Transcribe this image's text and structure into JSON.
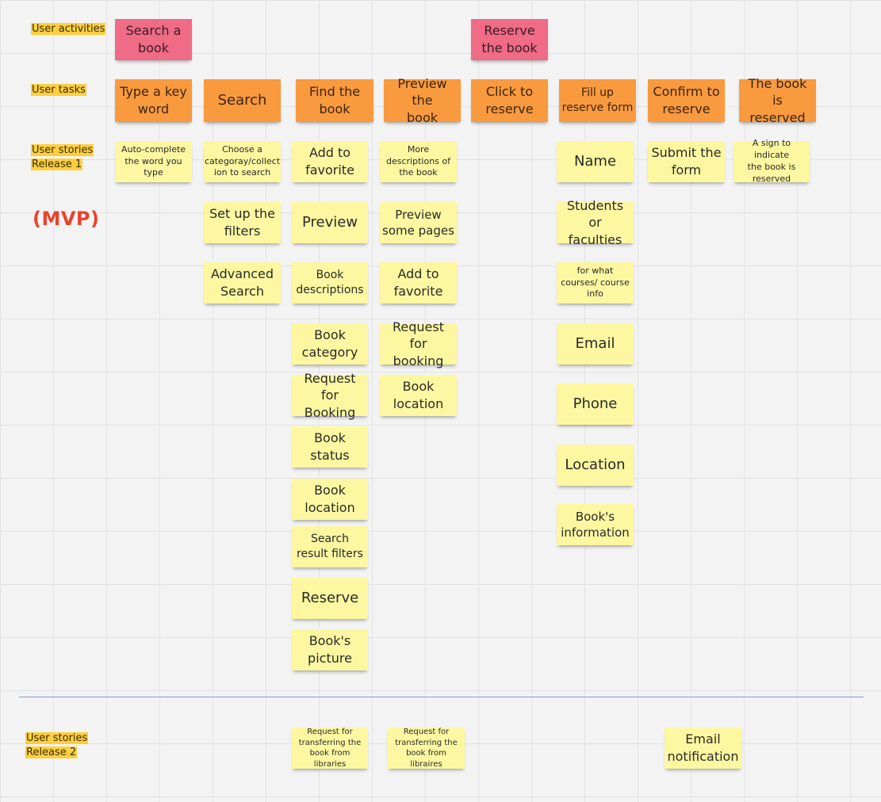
{
  "row_labels": {
    "activities": "User activities",
    "tasks": "User tasks",
    "stories_r1": "User stories\nRelease 1",
    "mvp": "(MVP)",
    "stories_r2": "User stories\nRelease 2"
  },
  "activities": {
    "search_book": "Search a\nbook",
    "reserve_book": "Reserve\nthe book"
  },
  "tasks": {
    "type_keyword": "Type a key\nword",
    "search": "Search",
    "find_book": "Find the\nbook",
    "preview_book": "Preview the\nbook",
    "click_reserve": "Click to\nreserve",
    "fill_form": "Fill up\nreserve form",
    "confirm": "Confirm to\nreserve",
    "reserved": "The book is\nreserved"
  },
  "release1": {
    "type_keyword": [
      "Auto-complete\nthe word you\ntype"
    ],
    "search": [
      "Choose a\ncategoray/collect\nion to search",
      "Set up the\nfilters",
      "Advanced\nSearch"
    ],
    "find_book": [
      "Add to\nfavorite",
      "Preview",
      "Book\ndescriptions",
      "Book\ncategory",
      "Request for\nBooking",
      "Book\nstatus",
      "Book\nlocation",
      "Search\nresult filters",
      "Reserve",
      "Book's\npicture"
    ],
    "preview_book": [
      "More\ndescriptions of\nthe book",
      "Preview\nsome pages",
      "Add to\nfavorite",
      "Request for\nbooking",
      "Book\nlocation"
    ],
    "fill_form": [
      "Name",
      "Students or\nfaculties",
      "for what\ncourses/ course\ninfo",
      "Email",
      "Phone",
      "Location",
      "Book's\ninformation"
    ],
    "confirm": [
      "Submit the\nform"
    ],
    "reserved": [
      "A sign to indicate\nthe book is\nreserved"
    ]
  },
  "release2": {
    "find_book": [
      "Request for\ntransferring the\nbook from libraries"
    ],
    "preview_book": [
      "Request for\ntransferring the\nbook from libraires"
    ],
    "confirm": [
      "Email\nnotification"
    ]
  },
  "colors": {
    "activity": "#ef6b86",
    "task": "#f99a3e",
    "story": "#fdf7a1",
    "label_highlight": "#fccf3f",
    "mvp": "#e8432c",
    "divider": "#8d94d6"
  }
}
